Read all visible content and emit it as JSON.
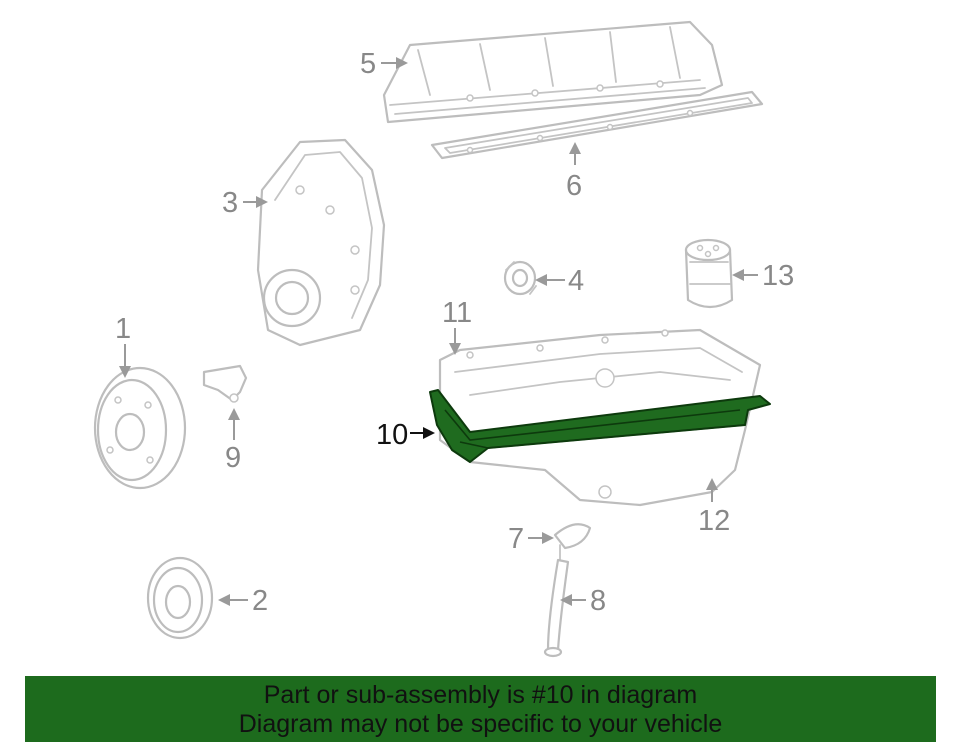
{
  "callouts": [
    {
      "id": "1",
      "label": "1",
      "active": false
    },
    {
      "id": "2",
      "label": "2",
      "active": false
    },
    {
      "id": "3",
      "label": "3",
      "active": false
    },
    {
      "id": "4",
      "label": "4",
      "active": false
    },
    {
      "id": "5",
      "label": "5",
      "active": false
    },
    {
      "id": "6",
      "label": "6",
      "active": false
    },
    {
      "id": "7",
      "label": "7",
      "active": false
    },
    {
      "id": "8",
      "label": "8",
      "active": false
    },
    {
      "id": "9",
      "label": "9",
      "active": false
    },
    {
      "id": "10",
      "label": "10",
      "active": true
    },
    {
      "id": "11",
      "label": "11",
      "active": false
    },
    {
      "id": "12",
      "label": "12",
      "active": false
    },
    {
      "id": "13",
      "label": "13",
      "active": false
    }
  ],
  "footer": {
    "line1": "Part or sub-assembly is #10 in diagram",
    "line2": "Diagram may not be specific to your vehicle"
  },
  "colors": {
    "highlight": "#1f6b1f",
    "footer_bg": "#1d6b1d",
    "part_outline": "#bdbdbd"
  }
}
